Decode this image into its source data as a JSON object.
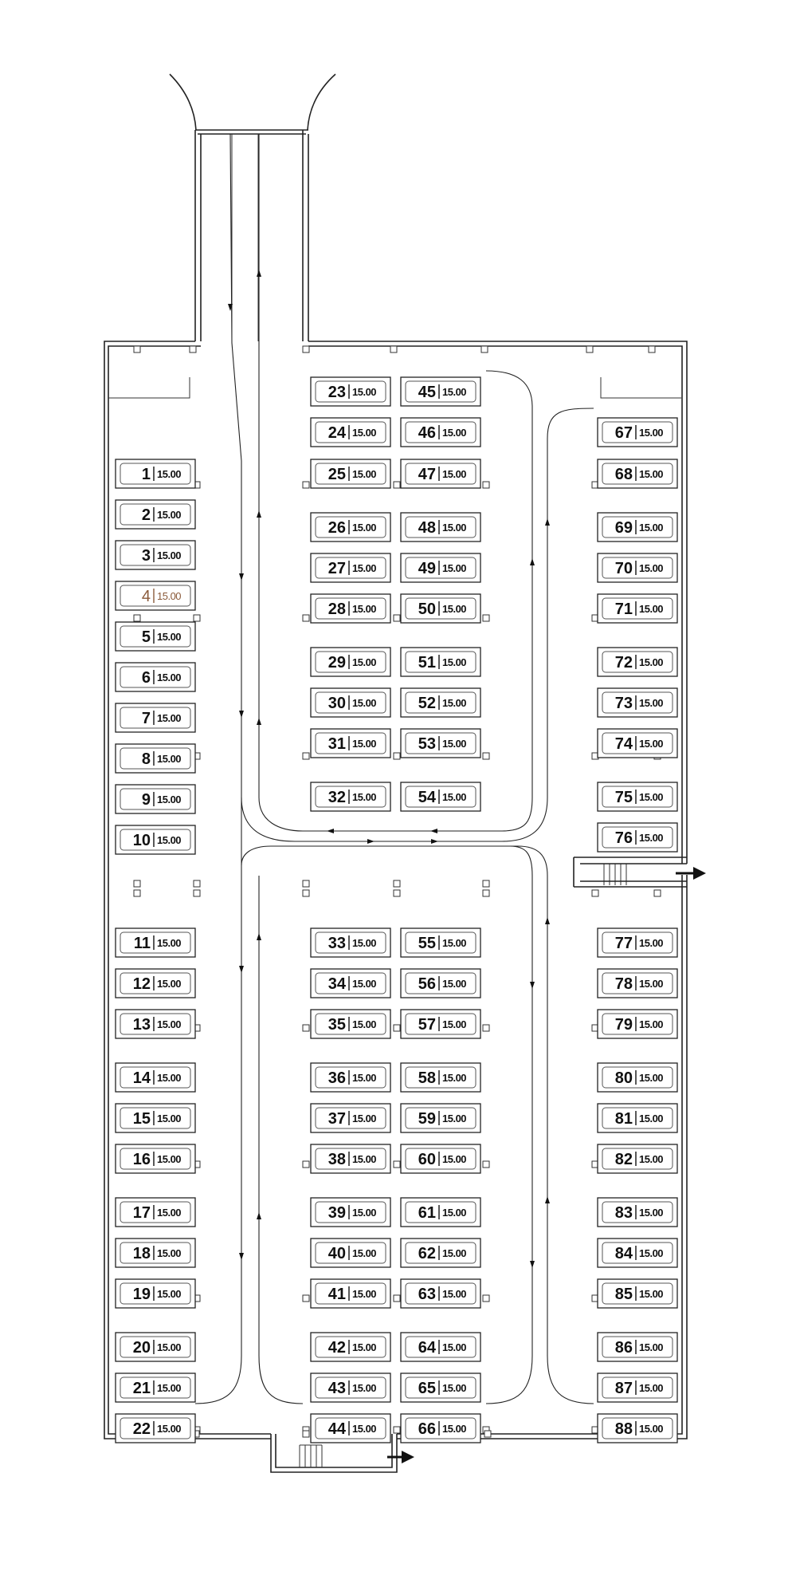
{
  "plan": {
    "price": "15.00",
    "lots": [
      {
        "id": "1",
        "status": "available"
      },
      {
        "id": "2",
        "status": "available"
      },
      {
        "id": "3",
        "status": "available"
      },
      {
        "id": "4",
        "status": "selected"
      },
      {
        "id": "5",
        "status": "available"
      },
      {
        "id": "6",
        "status": "available"
      },
      {
        "id": "7",
        "status": "available"
      },
      {
        "id": "8",
        "status": "available"
      },
      {
        "id": "9",
        "status": "available"
      },
      {
        "id": "10",
        "status": "available"
      },
      {
        "id": "11",
        "status": "available"
      },
      {
        "id": "12",
        "status": "available"
      },
      {
        "id": "13",
        "status": "available"
      },
      {
        "id": "14",
        "status": "available"
      },
      {
        "id": "15",
        "status": "available"
      },
      {
        "id": "16",
        "status": "available"
      },
      {
        "id": "17",
        "status": "available"
      },
      {
        "id": "18",
        "status": "available"
      },
      {
        "id": "19",
        "status": "available"
      },
      {
        "id": "20",
        "status": "available"
      },
      {
        "id": "21",
        "status": "available"
      },
      {
        "id": "22",
        "status": "available"
      },
      {
        "id": "23",
        "status": "available"
      },
      {
        "id": "24",
        "status": "available"
      },
      {
        "id": "25",
        "status": "available"
      },
      {
        "id": "26",
        "status": "available"
      },
      {
        "id": "27",
        "status": "available"
      },
      {
        "id": "28",
        "status": "available"
      },
      {
        "id": "29",
        "status": "available"
      },
      {
        "id": "30",
        "status": "available"
      },
      {
        "id": "31",
        "status": "available"
      },
      {
        "id": "32",
        "status": "available"
      },
      {
        "id": "33",
        "status": "available"
      },
      {
        "id": "34",
        "status": "available"
      },
      {
        "id": "35",
        "status": "available"
      },
      {
        "id": "36",
        "status": "available"
      },
      {
        "id": "37",
        "status": "available"
      },
      {
        "id": "38",
        "status": "available"
      },
      {
        "id": "39",
        "status": "available"
      },
      {
        "id": "40",
        "status": "available"
      },
      {
        "id": "41",
        "status": "available"
      },
      {
        "id": "42",
        "status": "available"
      },
      {
        "id": "43",
        "status": "available"
      },
      {
        "id": "44",
        "status": "available"
      },
      {
        "id": "45",
        "status": "available"
      },
      {
        "id": "46",
        "status": "available"
      },
      {
        "id": "47",
        "status": "available"
      },
      {
        "id": "48",
        "status": "available"
      },
      {
        "id": "49",
        "status": "available"
      },
      {
        "id": "50",
        "status": "available"
      },
      {
        "id": "51",
        "status": "available"
      },
      {
        "id": "52",
        "status": "available"
      },
      {
        "id": "53",
        "status": "available"
      },
      {
        "id": "54",
        "status": "available"
      },
      {
        "id": "55",
        "status": "available"
      },
      {
        "id": "56",
        "status": "available"
      },
      {
        "id": "57",
        "status": "available"
      },
      {
        "id": "58",
        "status": "available"
      },
      {
        "id": "59",
        "status": "available"
      },
      {
        "id": "60",
        "status": "available"
      },
      {
        "id": "61",
        "status": "available"
      },
      {
        "id": "62",
        "status": "available"
      },
      {
        "id": "63",
        "status": "available"
      },
      {
        "id": "64",
        "status": "available"
      },
      {
        "id": "65",
        "status": "available"
      },
      {
        "id": "66",
        "status": "available"
      },
      {
        "id": "67",
        "status": "available"
      },
      {
        "id": "68",
        "status": "available"
      },
      {
        "id": "69",
        "status": "available"
      },
      {
        "id": "70",
        "status": "available"
      },
      {
        "id": "71",
        "status": "available"
      },
      {
        "id": "72",
        "status": "available"
      },
      {
        "id": "73",
        "status": "available"
      },
      {
        "id": "74",
        "status": "available"
      },
      {
        "id": "75",
        "status": "available"
      },
      {
        "id": "76",
        "status": "available"
      },
      {
        "id": "77",
        "status": "available"
      },
      {
        "id": "78",
        "status": "available"
      },
      {
        "id": "79",
        "status": "available"
      },
      {
        "id": "80",
        "status": "available"
      },
      {
        "id": "81",
        "status": "available"
      },
      {
        "id": "82",
        "status": "available"
      },
      {
        "id": "83",
        "status": "available"
      },
      {
        "id": "84",
        "status": "available"
      },
      {
        "id": "85",
        "status": "available"
      },
      {
        "id": "86",
        "status": "available"
      },
      {
        "id": "87",
        "status": "available"
      },
      {
        "id": "88",
        "status": "available"
      }
    ],
    "colors": {
      "selected_fill": "#f6c9a1",
      "selected_text": "#8a5a3a",
      "ink": "#111111"
    },
    "icons": {
      "exit_arrow": "arrow-right-icon",
      "stairs": "stairs-icon"
    }
  }
}
